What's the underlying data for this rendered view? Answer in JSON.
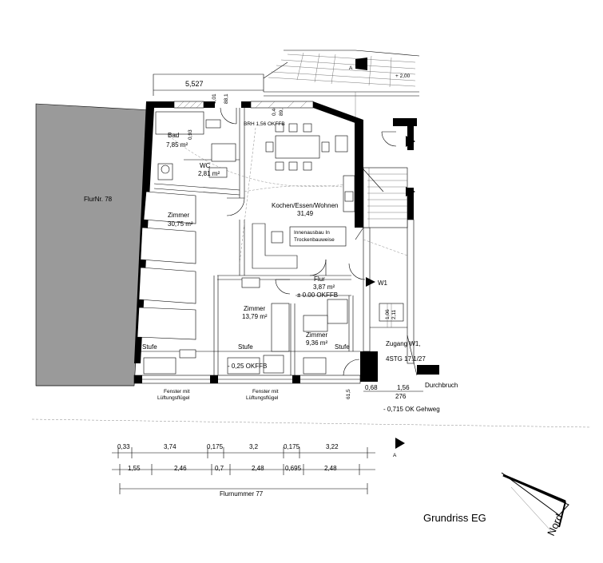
{
  "rooms": {
    "bad": {
      "name": "Bad",
      "area": "7,85 m²"
    },
    "wc": {
      "name": "WC",
      "area": "2,81 m²"
    },
    "kochen": {
      "name": "Kochen/Essen/Wohnen",
      "area": "31,49"
    },
    "zimmer1": {
      "name": "Zimmer",
      "area": "30,75 m²"
    },
    "zimmer2": {
      "name": "Zimmer",
      "area": "13,79 m²"
    },
    "zimmer3": {
      "name": "Zimmer",
      "area": "9,36 m²"
    },
    "flur": {
      "name": "Flur",
      "area": "3,87 m²",
      "level": "± 0.00 OKFFB"
    }
  },
  "annotations": {
    "flurnr78": "FlurNr. 78",
    "innenausbau_1": "Innenausbau In",
    "innenausbau_2": "Trockenbauweise",
    "brh": "BRH 1,56 OKFFB",
    "w1": "W1",
    "zugang_1": "Zugang W1,",
    "zugang_2": "4STG 17.1/27",
    "durchbruch": "Durchbruch",
    "gehweg": "- 0,715 OK Gehweg",
    "level_025": "- 0,25 OKFFB",
    "plus200": "+ 2,00",
    "stufe_1": "Stufe",
    "stufe_2": "Stufe",
    "stufe_3": "Stufe",
    "fenster1_1": "Fenster mit",
    "fenster1_2": "Lüftungsflügel",
    "fenster2_1": "Fenster mit",
    "fenster2_2": "Lüftungsflügel",
    "section_a_top": "A",
    "section_a_bottom": "A",
    "flurnummer77": "Flurnummer 77",
    "title": "Grundriss EG",
    "north": "Nord"
  },
  "dimensions": {
    "top_width": "5,527",
    "d_101": "1,01",
    "d_88": "88,1",
    "d_046": "0,46",
    "d_891": "89,1",
    "d_093": "0,93",
    "d_211": "2,11",
    "d_106": "1,06",
    "d_615": "61,5",
    "d_068": "0,68",
    "d_156": "1,56",
    "d_276": "276",
    "row1": [
      "0,33",
      "3,74",
      "0,175",
      "3,2",
      "0,175",
      "3,22"
    ],
    "row2": [
      "1,55",
      "2,46",
      "0,7",
      "2,48",
      "0,695",
      "2,48"
    ]
  }
}
